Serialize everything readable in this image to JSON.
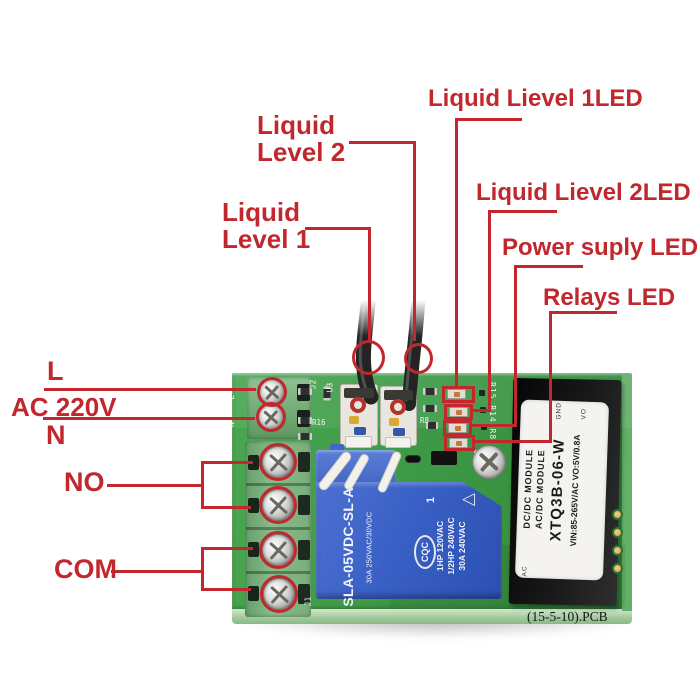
{
  "annotations": {
    "liquid_level1_led_label": "Liquid Lievel 1LED",
    "liquid_level2_led_label": "Liquid Lievel 2LED",
    "power_supply_led_label": "Power suply LED",
    "relays_led_label": "Relays LED",
    "liquid_level2_label": {
      "line1": "Liquid",
      "line2": "Level 2"
    },
    "liquid_level1_label": {
      "line1": "Liquid",
      "line2": "Level 1"
    },
    "terminal_l_label": "L",
    "ac_voltage_label": "AC 220V",
    "terminal_n_label": "N",
    "no_label": "NO",
    "com_label": "COM"
  },
  "board": {
    "relay": {
      "model": "SLA-05VDC-SL-A",
      "rating_primary": "30A 250VAC/30VDC",
      "form_number": "1",
      "cert_mark": "CQC",
      "rating_lines": {
        "line1": "1HP 120VAC",
        "line2": "1/2HP 240VAC",
        "line3": "30A 240VAC"
      }
    },
    "power_module": {
      "type_line1": "DC/DC MODULE",
      "type_line2": "AC/DC MODULE",
      "model": "XTQ3B-06-W",
      "spec": "VIN:85-265V/AC VO:5V/0.8A",
      "pin_gnd": "GND",
      "pin_vo": "VO",
      "pin_ac": "AC"
    },
    "silkscreen": {
      "j2": "J2",
      "u3": "U3",
      "r16": "R16",
      "r8": "R8",
      "l": "L",
      "n": "N",
      "j1": "J1",
      "k1": "K1",
      "resistor_column": "R15 R14 R8 R2"
    },
    "pcb_marking": "(15-5-10).PCB"
  },
  "colors": {
    "annotation_red": "#c1272d",
    "pcb_green": "#3f9a47",
    "relay_blue": "#3a60c6",
    "module_black": "#161616",
    "terminal_green": "#7db57f",
    "label_white": "#f4f3f0"
  }
}
